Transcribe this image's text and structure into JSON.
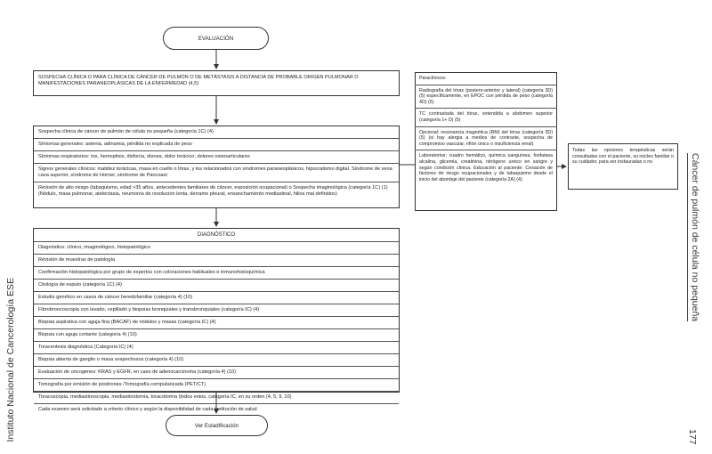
{
  "start_node": "EVALUACIÓN",
  "suspicion_box": "SOSPECHA CLÍNICA O PARA CLÍNICA DE CÁNCER DE PULMÓN O DE METÁSTASIS A DISTANCIA DE PROBABLE ORIGEN PULMONAR O MANIFESTACIONES PARANEOPLÁSICAS DE LA ENFERMEDAD (4,5)",
  "clinical_box": [
    "Sospecha clínica de cáncer de pulmón de célula no pequeña (categoría 1C) (4)",
    "Síntomas generales: astenia, adinamia, pérdida no explicada de peso",
    "Síntomas respiratorios: tos, hemoptisis, disfonía, disnea, dolor torácico, dolores osteoarticulares",
    "Signos generales clínicos: matidez torácicas, masa en cuello o tórax, y los relacionados con síndromes paraneoplásicos, hipocratismo digital. Síndrome de vena cava superior, síndrome de Horner, síndrome de Pancoast",
    "Revisión de alto riesgo (tabaquismo, edad >35 años, antecedentes familiares de cáncer, exposición ocupacional) o Sospecha imaginológica (categoría 1C) (1) (Nódulo, masa pulmonar, atelectasia, neumonía de resolución lenta, derrame pleural, ensanchamiento mediastinal, hilios mal definidos)"
  ],
  "paraclinicos": {
    "title": "Paraclínicos:",
    "items": [
      "Radiografía del tórax (postero-anterior y lateral) (categoría 3D) (5) específicamente, en EPOC con pérdida de peso (categoría 4D) (5)",
      "TC contrastada del tórax, extendida a abdomen superior (categoría 1+ D) (5)",
      "Opcional: resonancia magnética (RM) del tórax (categoría 3D) (5) (si hay alergia a medios de contraste, sospecha de compromiso vascular, riñón único o insuficiencia renal)",
      "Laboratorios: cuadro hemático, química sanguínea, fosfatasa alcalina, glicemia, creatinina, nitrógeno ureico en sangre y según condición clínica. Educación al paciente: Cesación de factores de riesgo ocupacionales y de tabaquismo desde el inicio del abordaje del paciente (categoría 2A) (4)"
    ]
  },
  "note_box": "Todas las opciones terapéuticas serán consultadas con el paciente, su núcleo familiar o su cuidador, para ser instauradas o no",
  "diagnostico": {
    "title": "DIAGNÓSTICO",
    "items": [
      "Diagnóstico: clínico, imaginológico, histopatológico",
      "Revisión de muestras de patología",
      "Confirmación histopatológica por grupo de expertos con coloraciones habituales e inmunohistoquímica",
      "Citología de esputo (categoría 1C) (4)",
      "Estudio genético en casos de cáncer heredofamiliar (categoría 4) (10)",
      "Fibrobroncoscopia con lavado, cepillado y biopsias bronquiales y transbronquiales (categoría IC) (4)",
      "Biopsia aspirativa con aguja fina (BACAF) de nódulos y masas (categoría IC) (4)",
      "Biopsia con aguja cortante (categoría 4) (10)",
      "Toracentesis diagnóstica (Categoría IC) (4)",
      "Biopsia abierta de ganglio o masa sospechosos (categoría 4) (10)",
      "Evaluación de oncogenes: KRAS y EGFR, en caso de adenocarcinoma (categoría 4) (10)",
      "Tomografía por emisión de positrones /Tomografía computarizada (PET/CT)",
      "Toracoscopia, mediastinoscopia, mediastinotomía, toracotomía (todos estos, categoría IC, en su orden (4, 5, 9, 10)",
      "Cada examen será solicitado a criterio clínico y según la disponibilidad de cada institución de salud"
    ]
  },
  "end_node": "Ver Estadificación",
  "side_left": "Instituto Nacional de Cancerología ESE",
  "side_right": "Cáncer de pulmón de célula no pequeña",
  "page_number": "177"
}
